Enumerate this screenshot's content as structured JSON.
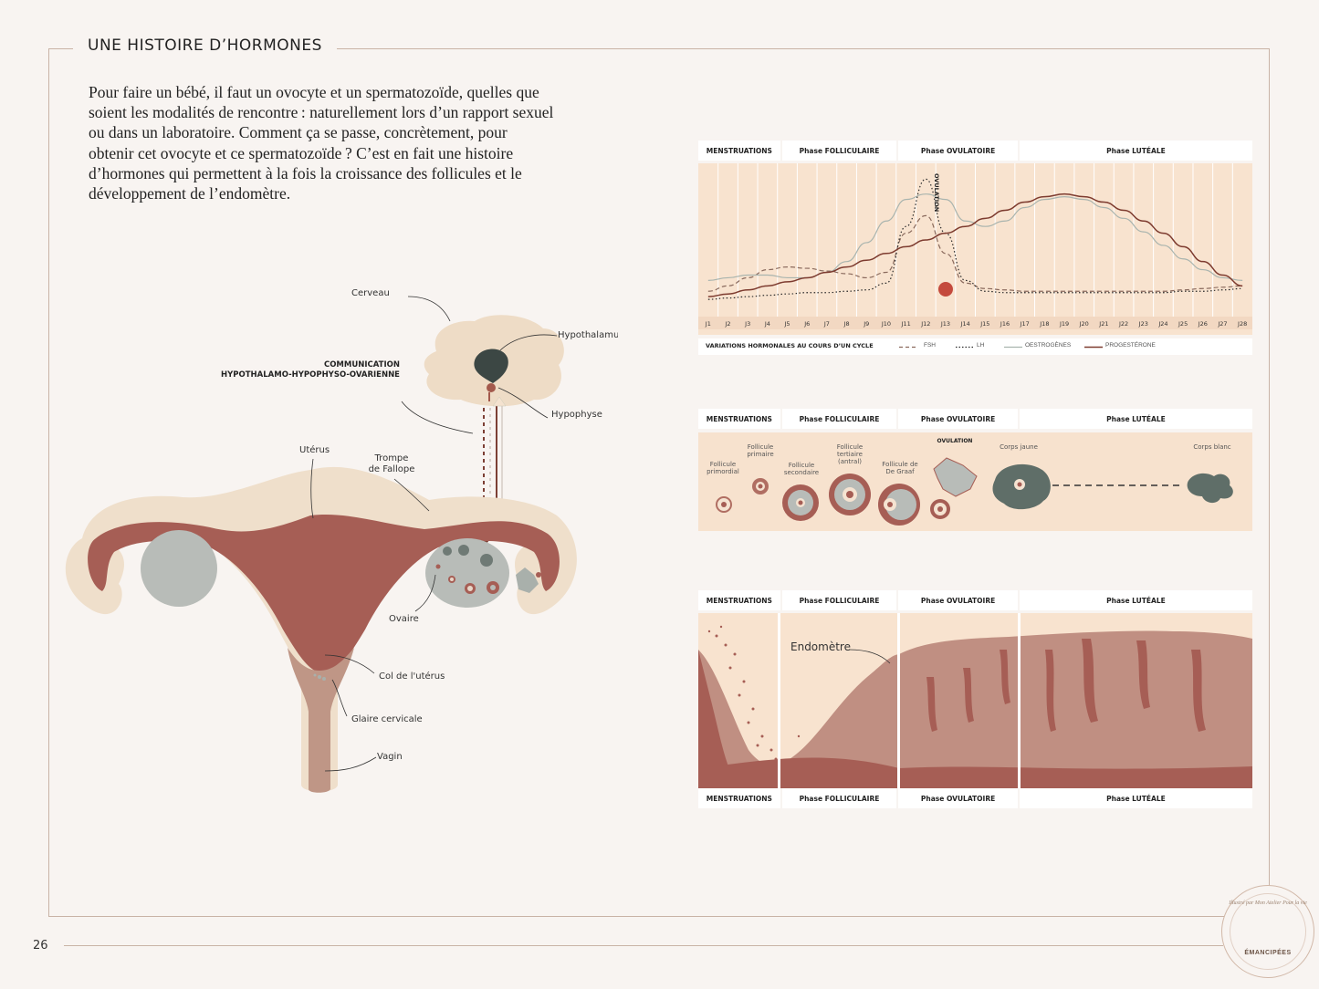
{
  "page": {
    "title": "UNE HISTOIRE D’HORMONES",
    "intro": "Pour faire un bébé, il faut un ovocyte et un spermatozoïde, quelles que soient les modalités de rencontre : naturellement lors d’un rapport sexuel ou dans un laboratoire. Comment ça se passe, concrètement, pour obtenir cet ovocyte et ce spermatozoïde ? C’est en fait une histoire d’hormones qui permettent à la fois la croissance des follicules et le développement de l’endomètre.",
    "page_number": "26",
    "seal_label": "ÉMANCIPÉES",
    "seal_top": "Illustré par Mon Atelier Pour la vie"
  },
  "anatomy": {
    "brain": "Cerveau",
    "hypothalamus": "Hypothalamus",
    "communication": "COMMUNICATION\nHYPOTHALAMO-HYPOPHYSO-OVARIENNE",
    "hypophyse": "Hypophyse",
    "uterus": "Utérus",
    "trompe": "Trompe\nde Fallope",
    "ovaire": "Ovaire",
    "col": "Col de l'utérus",
    "glaire": "Glaire cervicale",
    "vagin": "Vagin"
  },
  "phases": [
    "MENSTRUATIONS",
    "Phase FOLLICULAIRE",
    "Phase OVULATOIRE",
    "Phase LUTÉALE"
  ],
  "hormone_chart": {
    "ovulation_label": "OVULATION",
    "legend_title": "VARIATIONS HORMONALES AU COURS D’UN CYCLE",
    "legend": [
      {
        "name": "FSH",
        "style": "dashed",
        "color": "#8a6a5d"
      },
      {
        "name": "LH",
        "style": "dotted",
        "color": "#2a2a2a"
      },
      {
        "name": "OESTROGÈNES",
        "style": "solid",
        "color": "#a9b4ae"
      },
      {
        "name": "PROGESTÉRONE",
        "style": "solid",
        "color": "#7d3b2f"
      }
    ]
  },
  "chart_data": {
    "type": "line",
    "x": [
      "J1",
      "J2",
      "J3",
      "J4",
      "J5",
      "J6",
      "J7",
      "J8",
      "J9",
      "J10",
      "J11",
      "J12",
      "J13",
      "J14",
      "J15",
      "J16",
      "J17",
      "J18",
      "J19",
      "J20",
      "J21",
      "J22",
      "J23",
      "J24",
      "J25",
      "J26",
      "J27",
      "J28"
    ],
    "series": [
      {
        "name": "FSH",
        "values": [
          12,
          16,
          22,
          28,
          30,
          29,
          27,
          25,
          22,
          26,
          55,
          68,
          40,
          18,
          14,
          13,
          12,
          12,
          12,
          12,
          12,
          12,
          12,
          12,
          13,
          14,
          15,
          16
        ]
      },
      {
        "name": "LH",
        "values": [
          6,
          7,
          8,
          9,
          10,
          11,
          11,
          12,
          13,
          18,
          60,
          95,
          55,
          20,
          12,
          11,
          11,
          11,
          11,
          11,
          11,
          11,
          11,
          11,
          12,
          12,
          13,
          14
        ]
      },
      {
        "name": "OESTROGÈNES",
        "values": [
          20,
          22,
          24,
          24,
          22,
          22,
          26,
          34,
          48,
          64,
          80,
          84,
          80,
          64,
          60,
          64,
          74,
          80,
          82,
          80,
          74,
          66,
          56,
          46,
          36,
          28,
          22,
          20
        ]
      },
      {
        "name": "PROGESTÉRONE",
        "values": [
          8,
          10,
          13,
          16,
          19,
          22,
          26,
          30,
          35,
          40,
          45,
          50,
          55,
          60,
          66,
          72,
          78,
          82,
          84,
          82,
          78,
          72,
          64,
          55,
          45,
          34,
          24,
          16
        ]
      }
    ],
    "ylim": [
      0,
      100
    ]
  },
  "follicle_panel": {
    "ovulation": "OVULATION",
    "stages": [
      "Follicule\nprimordial",
      "Follicule\nprimaire",
      "Follicule\nsecondaire",
      "Follicule\ntertiaire\n(antral)",
      "Follicule de\nDe Graaf",
      "Corps jaune",
      "Corps blanc"
    ]
  },
  "endometrium_panel": {
    "label": "Endomètre"
  }
}
